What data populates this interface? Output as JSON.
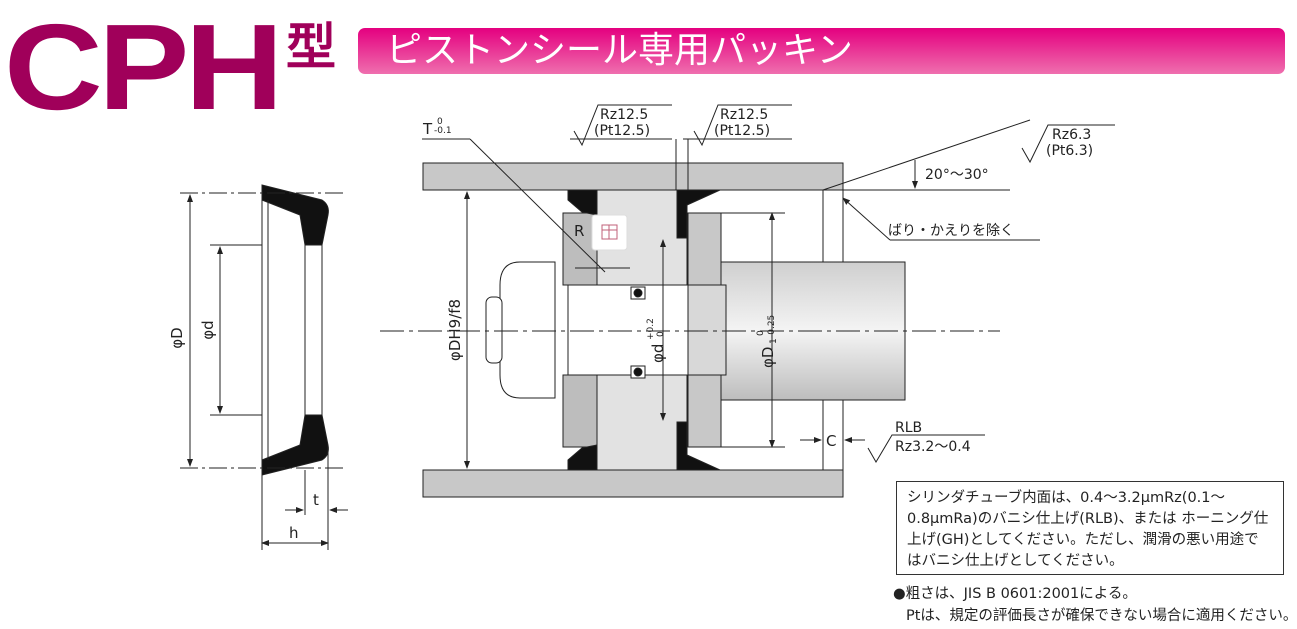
{
  "header": {
    "model": "CPH",
    "type_suffix": "型",
    "banner": "ピストンシール専用パッキン"
  },
  "colors": {
    "brand": "#a0005a",
    "banner": "#e4007f"
  },
  "seal_labels": {
    "phiD": "φD",
    "phid": "φd",
    "t": "t",
    "h": "h"
  },
  "drawing_labels": {
    "T_tol": "T",
    "T_upper": "0",
    "T_lower": "-0.1",
    "R": "R",
    "rz1": "Rz12.5",
    "pt1": "(Pt12.5)",
    "rz2": "Rz12.5",
    "pt2": "(Pt12.5)",
    "rz3": "Rz6.3",
    "pt3": "(Pt6.3)",
    "angle": "20°～30°",
    "deburr": "ばり・かえりを除く",
    "phiDH": "φDH9/f8",
    "phid_tol": "φd",
    "phid_upper": "+0.2",
    "phid_lower": "0",
    "phiD1": "φD",
    "phiD1_sub": "1",
    "phiD1_upper": "0",
    "phiD1_lower": "-0.25",
    "C": "C",
    "rlb": "RLB",
    "rz4": "Rz3.2～0.4",
    "icon": "table-icon"
  },
  "note": {
    "text": "シリンダチューブ内面は、0.4～3.2μmRz(0.1～0.8μmRa)のバニシ仕上げ(RLB)、または ホーニング仕上げ(GH)としてください。ただし、潤滑の悪い用途ではバニシ仕上げとしてください。"
  },
  "footnotes": [
    "●粗さは、JIS B 0601:2001による。",
    "Ptは、規定の評価長さが確保できない場合に適用ください。"
  ]
}
